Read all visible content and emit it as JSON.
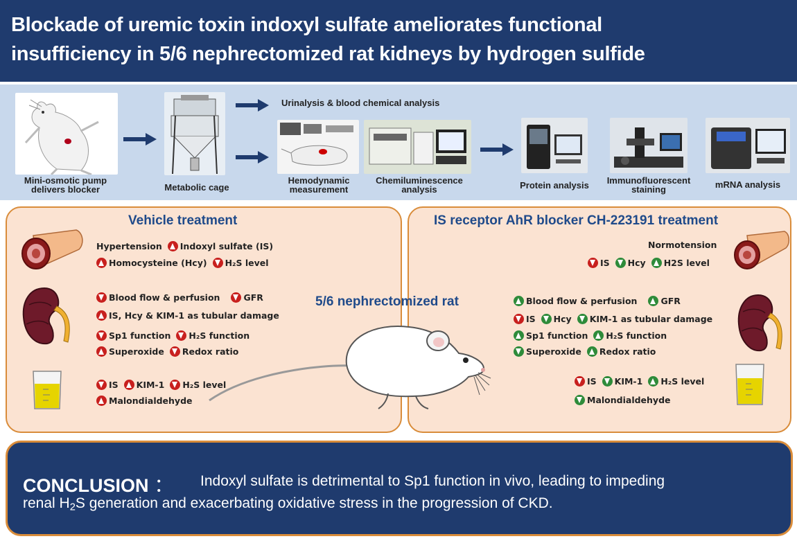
{
  "title": {
    "line1": "Blockade of uremic toxin indoxyl sulfate ameliorates functional",
    "line2": "insufficiency in 5/6 nephrectomized rat kidneys by hydrogen sulfide"
  },
  "methods": {
    "pump": "Mini-osmotic pump\ndelivers blocker",
    "cage": "Metabolic cage",
    "urinalysis": "Urinalysis & blood chemical analysis",
    "hemo": "Hemodynamic\nmeasurement",
    "chemi": "Chemiluminescence\nanalysis",
    "protein": "Protein analysis",
    "immuno": "Immunofluorescent\nstaining",
    "mrna": "mRNA analysis"
  },
  "left_panel": {
    "title": "Vehicle treatment",
    "l1a": "Hypertension",
    "l1b": "Indoxyl sulfate (IS)",
    "l2a": "Homocysteine (Hcy)",
    "l2b": "H₂S level",
    "l3a": "Blood flow & perfusion",
    "l3b": "GFR",
    "l4": "IS, Hcy & KIM-1 as tubular damage",
    "l5a": "Sp1 function",
    "l5b": "H₂S function",
    "l6a": "Superoxide",
    "l6b": "Redox ratio",
    "l7a": "IS",
    "l7b": "KIM-1",
    "l7c": "H₂S level",
    "l8": "Malondialdehyde"
  },
  "center_label": "5/6 nephrectomized rat",
  "right_panel": {
    "title": "IS receptor AhR blocker CH-223191 treatment",
    "l1": "Normotension",
    "l2a": "IS",
    "l2b": "Hcy",
    "l2c": "H2S level",
    "l3a": "Blood flow & perfusion",
    "l3b": "GFR",
    "l4a": "IS",
    "l4b": "Hcy",
    "l4c": "KIM-1 as tubular damage",
    "l5a": "Sp1 function",
    "l5b": "H₂S function",
    "l6a": "Superoxide",
    "l6b": "Redox ratio",
    "l7a": "IS",
    "l7b": "KIM-1",
    "l7c": "H₂S level",
    "l8": "Malondialdehyde"
  },
  "conclusion": {
    "head": "CONCLUSION",
    "sep": "：",
    "line1": "Indoxyl sulfate is detrimental to Sp1 function in vivo, leading to impeding",
    "line2_pre": "renal H",
    "line2_sub": "2",
    "line2_post": "S generation and exacerbating oxidative stress in the progression of CKD."
  },
  "colors": {
    "navy": "#1f3b6e",
    "panel_fill": "#fbe3d2",
    "panel_border": "#d98c3a",
    "title_blue": "#1f4a8a",
    "up_red": "#c8201e",
    "green": "#2e8b3a"
  }
}
